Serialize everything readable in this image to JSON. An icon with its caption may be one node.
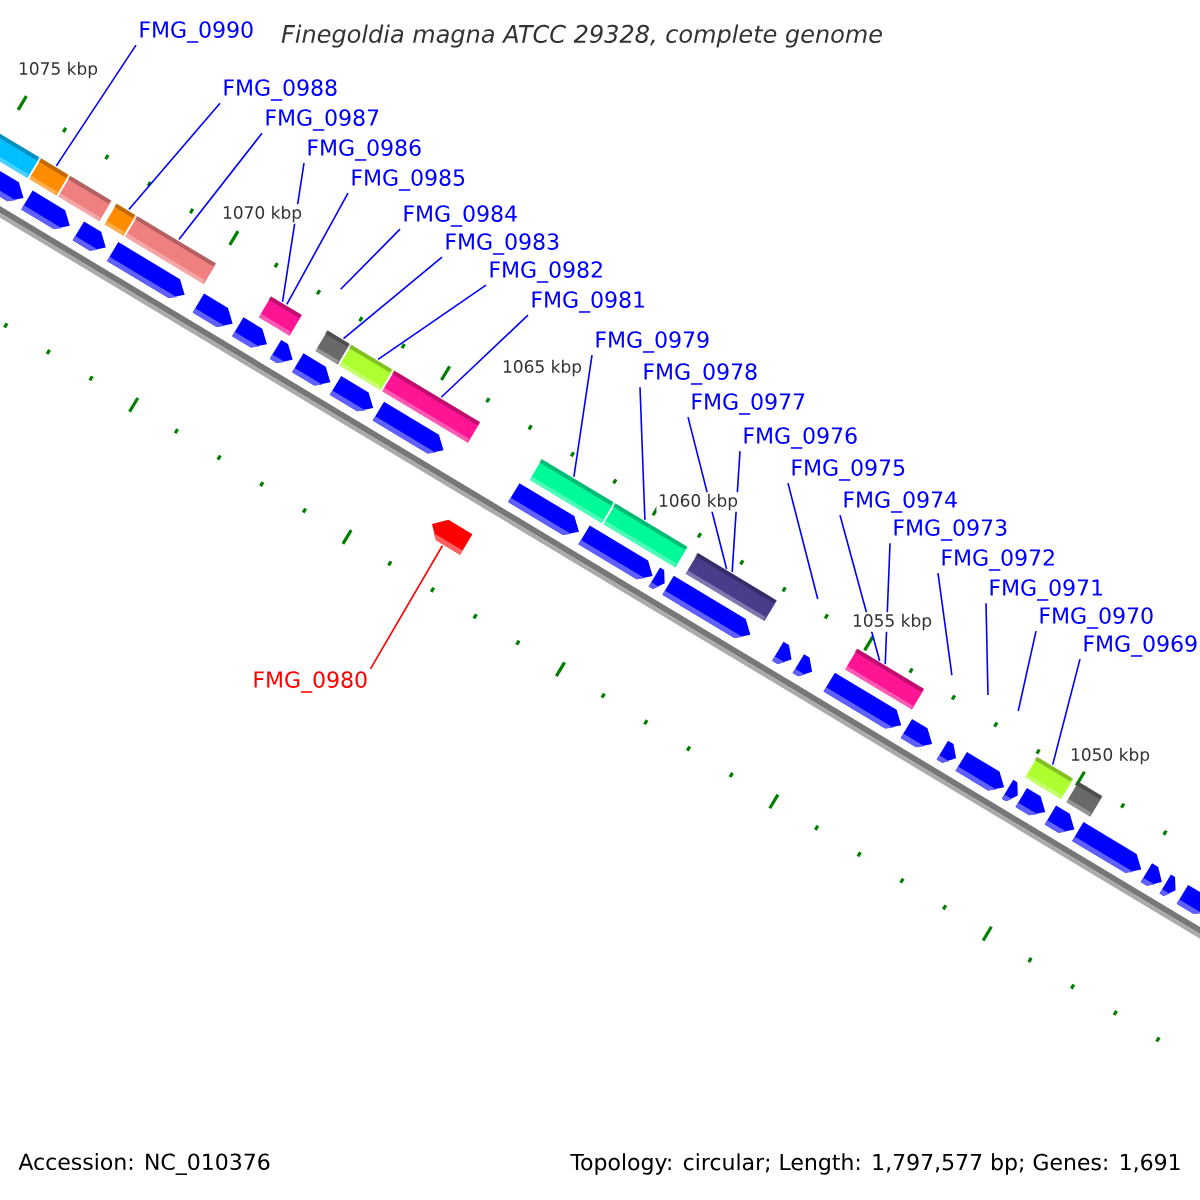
{
  "diagram": {
    "title": "Finegoldia magna ATCC 29328, complete genome",
    "nodes": [
      {
        "text": [
          "FMG_0990"
        ]
      },
      {
        "text": [
          "FMG_0988"
        ]
      },
      {
        "text": [
          "FMG_0987"
        ]
      },
      {
        "text": [
          "FMG_0986"
        ]
      },
      {
        "text": [
          "FMG_0985"
        ]
      },
      {
        "text": [
          "FMG_0984"
        ]
      },
      {
        "text": [
          "FMG_0983"
        ]
      },
      {
        "text": [
          "FMG_0982"
        ]
      },
      {
        "text": [
          "FMG_0981"
        ]
      },
      {
        "text": [
          "FMG_0979"
        ]
      },
      {
        "text": [
          "FMG_0978"
        ]
      },
      {
        "text": [
          "FMG_0977"
        ]
      },
      {
        "text": [
          "FMG_0976"
        ]
      },
      {
        "text": [
          "FMG_0975"
        ]
      },
      {
        "text": [
          "FMG_0974"
        ]
      },
      {
        "text": [
          "FMG_0973"
        ]
      },
      {
        "text": [
          "FMG_0972"
        ]
      },
      {
        "text": [
          "FMG_0971"
        ]
      },
      {
        "text": [
          "FMG_0970"
        ]
      },
      {
        "text": [
          "FMG_0969"
        ]
      },
      {
        "text": [
          "FMG_0980"
        ]
      },
      {
        "text": [],
        "shape": "bar"
      },
      {
        "text": [],
        "shape": "bar"
      },
      {
        "text": [],
        "shape": "bar"
      },
      {
        "text": [],
        "shape": "bar"
      },
      {
        "text": [],
        "shape": "bar"
      },
      {
        "text": [],
        "shape": "bar"
      },
      {
        "text": [],
        "shape": "bar"
      },
      {
        "text": [],
        "shape": "bar"
      },
      {
        "text": [],
        "shape": "bar"
      },
      {
        "text": [],
        "shape": "bar"
      },
      {
        "text": [],
        "shape": "bar"
      },
      {
        "text": [],
        "shape": "bar"
      },
      {
        "text": [],
        "shape": "bar"
      },
      {
        "text": [],
        "shape": "bar"
      },
      {
        "text": [],
        "shape": "bar"
      },
      {
        "text": [],
        "shape": "arrow"
      }
    ],
    "edges": [
      {
        "from": 0,
        "to": 22,
        "arrow": "none"
      },
      {
        "from": 1,
        "to": 24,
        "arrow": "none"
      },
      {
        "from": 2,
        "to": 25,
        "arrow": "none"
      },
      {
        "from": 3,
        "to": 26,
        "arrow": "none"
      },
      {
        "from": 4,
        "to": 26,
        "arrow": "none"
      },
      {
        "from": 5,
        "to": null,
        "arrow": "none"
      },
      {
        "from": 6,
        "to": 27,
        "arrow": "none"
      },
      {
        "from": 7,
        "to": 28,
        "arrow": "none"
      },
      {
        "from": 8,
        "to": 29,
        "arrow": "none"
      },
      {
        "from": 9,
        "to": 30,
        "arrow": "none"
      },
      {
        "from": 10,
        "to": 31,
        "arrow": "none"
      },
      {
        "from": 11,
        "to": 32,
        "arrow": "none"
      },
      {
        "from": 12,
        "to": 32,
        "arrow": "none"
      },
      {
        "from": 13,
        "to": null,
        "arrow": "none"
      },
      {
        "from": 14,
        "to": 33,
        "arrow": "none"
      },
      {
        "from": 15,
        "to": 33,
        "arrow": "none"
      },
      {
        "from": 16,
        "to": null,
        "arrow": "none"
      },
      {
        "from": 17,
        "to": null,
        "arrow": "none"
      },
      {
        "from": 18,
        "to": null,
        "arrow": "none"
      },
      {
        "from": 19,
        "to": 34,
        "arrow": "none"
      },
      {
        "from": 20,
        "to": 36,
        "arrow": "none",
        "color": "#ff0000"
      }
    ],
    "labels": [
      "1075 kbp",
      "1070 kbp",
      "1065 kbp",
      "1060 kbp",
      "1055 kbp",
      "1050 kbp",
      "Accession: NC_010376",
      "Topology: circular; Length: 1,797,577 bp; Genes: 1,691"
    ]
  }
}
